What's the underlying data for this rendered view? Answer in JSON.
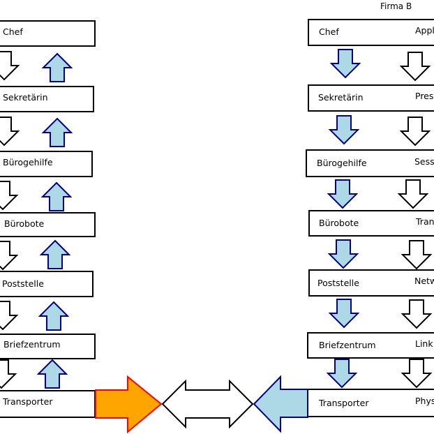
{
  "header_right": "Firma B",
  "left_stack": [
    "Chef",
    "Sekretärin",
    "Bürogehilfe",
    "Bürobote",
    "Poststelle",
    "Briefzentrum",
    "Transporter"
  ],
  "right_stack": [
    "Chef",
    "Sekretärin",
    "Bürogehilfe",
    "Bürobote",
    "Poststelle",
    "Briefzentrum",
    "Transporter"
  ],
  "right_layers": [
    "Appl",
    "Pres",
    "Sess",
    "Tran",
    "Netw",
    "Link",
    "Phys"
  ],
  "colors": {
    "light_blue": "#add8e6",
    "dark_blue": "#00008b",
    "orange": "#ffa500",
    "red": "#ff0000",
    "border": "#000000"
  }
}
